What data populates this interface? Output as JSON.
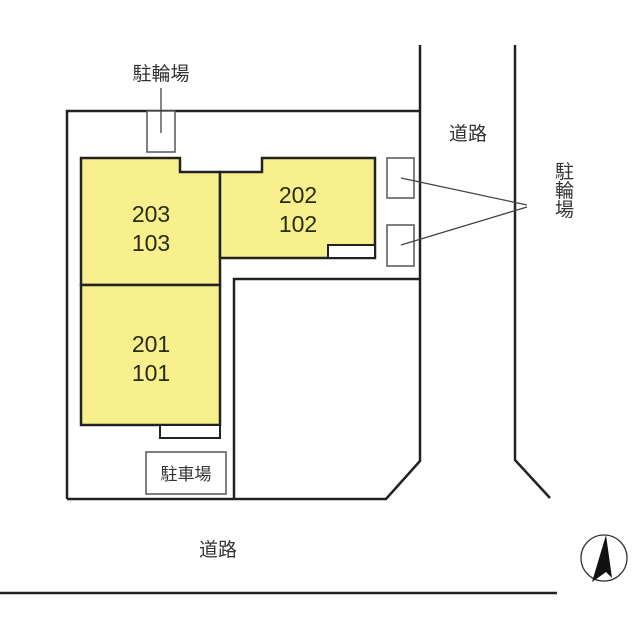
{
  "units": [
    {
      "upper": "203",
      "lower": "103"
    },
    {
      "upper": "202",
      "lower": "102"
    },
    {
      "upper": "201",
      "lower": "101"
    }
  ],
  "labels": {
    "bicycle_parking_top": "駐輪場",
    "bicycle_parking_right": "駐輪場",
    "road_right": "道路",
    "road_bottom": "道路",
    "car_parking": "駐車場"
  },
  "colors": {
    "building_fill": "#f7f08c",
    "line": "#222222"
  },
  "compass": {
    "direction": "north"
  }
}
